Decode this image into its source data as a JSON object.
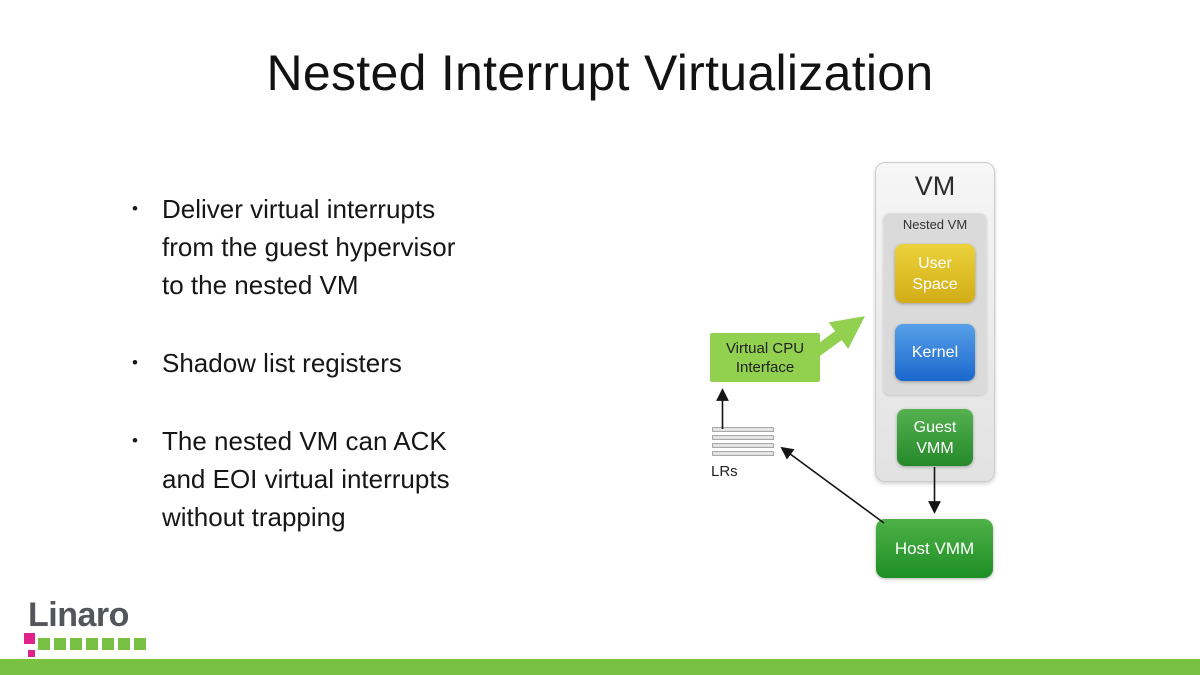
{
  "slide": {
    "title": "Nested Interrupt Virtualization",
    "bullet_char": "•",
    "bullets": [
      {
        "lines": [
          "Deliver virtual interrupts",
          "from the guest hypervisor",
          "to the nested VM"
        ]
      },
      {
        "lines": [
          "Shadow list registers"
        ]
      },
      {
        "lines": [
          "The nested VM can ACK",
          "and EOI virtual interrupts",
          "without trapping"
        ]
      }
    ]
  },
  "diagram": {
    "vm": "VM",
    "nested_vm": "Nested VM",
    "user_space": "User Space",
    "kernel": "Kernel",
    "guest_vmm": "Guest VMM",
    "host_vmm": "Host VMM",
    "virtual_cpu_interface": "Virtual CPU Interface",
    "lrs": "LRs"
  },
  "footer": {
    "logo_text": "Linaro"
  },
  "colors": {
    "user_space": "#ddbd26",
    "kernel": "#2b7fd9",
    "guest_vmm": "#35993a",
    "host_vmm": "#2f9e33",
    "virtual_cpu_interface": "#92d050",
    "green_arrow": "#92d050",
    "footer_bar": "#79c143",
    "logo_pink": "#e0218a",
    "logo_gray": "#54565b"
  }
}
